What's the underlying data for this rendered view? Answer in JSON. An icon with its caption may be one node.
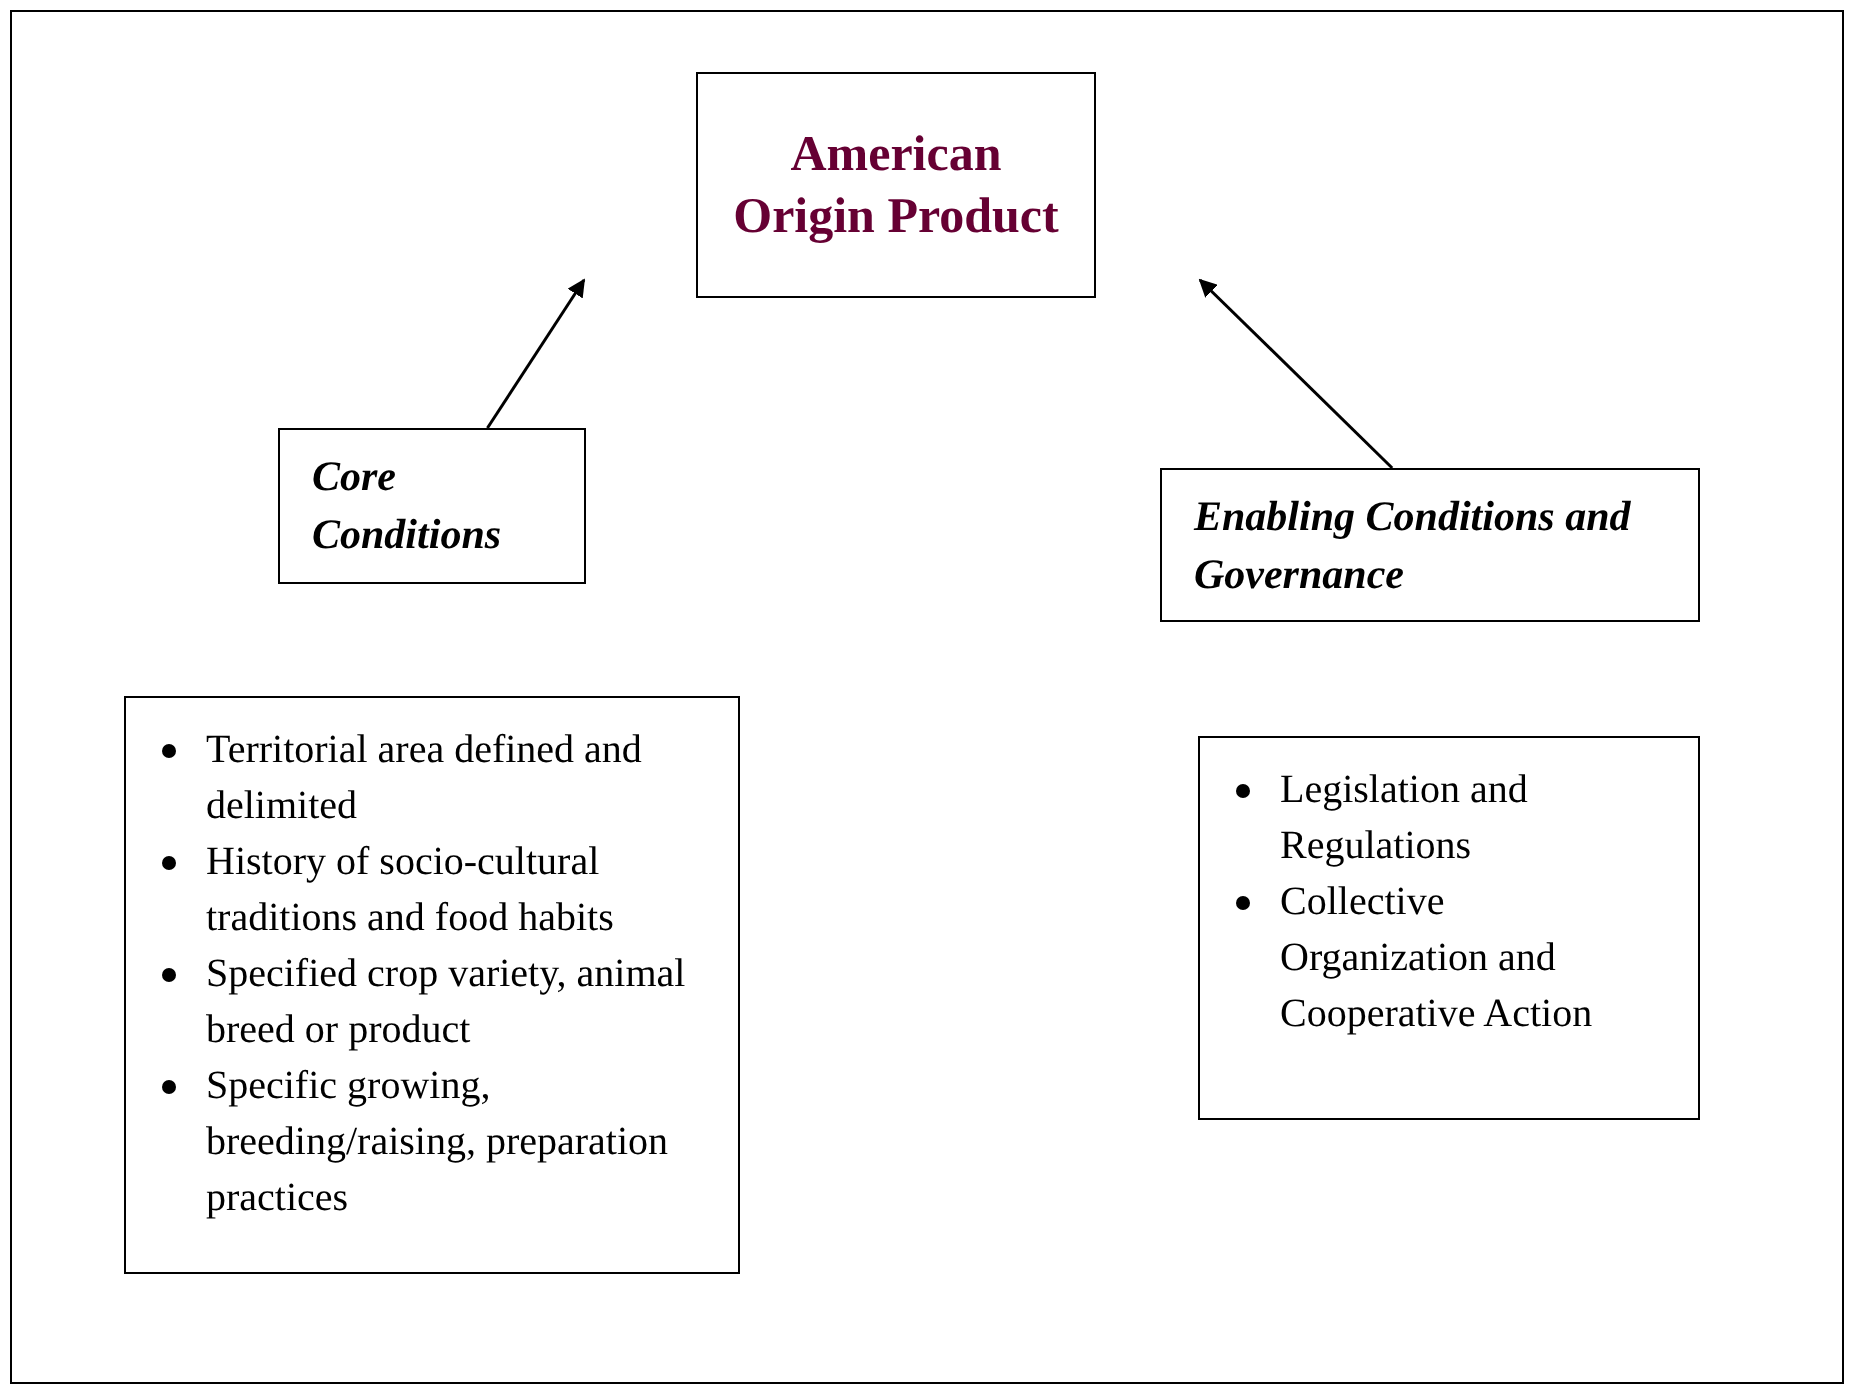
{
  "diagram": {
    "nodes": [
      {
        "text": [
          "American Origin Product"
        ]
      },
      {
        "text": [
          "Core Conditions"
        ]
      },
      {
        "text": [
          "Enabling Conditions and Governance"
        ]
      },
      {
        "text": [
          "Territorial area defined and delimited",
          "History of socio-cultural traditions and food habits",
          "Specified crop variety, animal breed or product",
          "Specific growing, breeding/raising, preparation practices"
        ]
      },
      {
        "text": [
          "Legislation and Regulations",
          "Collective Organization and Cooperative Action"
        ]
      }
    ],
    "edges": [
      {
        "from": 1,
        "to": 0,
        "arrow": "to"
      },
      {
        "from": 2,
        "to": 0,
        "arrow": "to"
      }
    ]
  }
}
